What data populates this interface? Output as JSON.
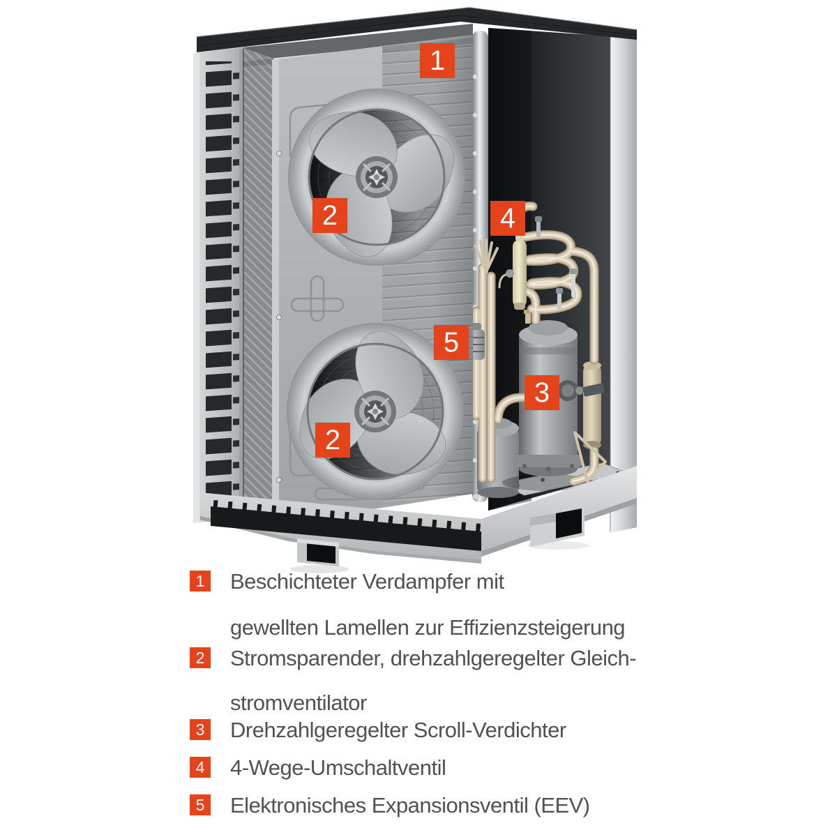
{
  "colors": {
    "accent": "#e5431b",
    "legend_text": "#4f5254",
    "background": "#ffffff"
  },
  "illustration": {
    "subject": "heat-pump-outdoor-unit-cutaway"
  },
  "callouts": [
    {
      "num": "1"
    },
    {
      "num": "2"
    },
    {
      "num": "4"
    },
    {
      "num": "5"
    },
    {
      "num": "3"
    },
    {
      "num": "2"
    }
  ],
  "legend": {
    "items": [
      {
        "num": "1",
        "lines": [
          "Beschichteter Verdampfer mit",
          "gewellten Lamellen zur Effizienzsteigerung"
        ]
      },
      {
        "num": "2",
        "lines": [
          "Stromsparender, drehzahlgeregelter Gleich-",
          "stromventilator"
        ]
      },
      {
        "num": "3",
        "lines": [
          "Drehzahlgeregelter Scroll-Verdichter"
        ]
      },
      {
        "num": "4",
        "lines": [
          "4-Wege-Umschaltventil"
        ]
      },
      {
        "num": "5",
        "lines": [
          "Elektronisches Expansionsventil (EEV)"
        ]
      }
    ]
  }
}
